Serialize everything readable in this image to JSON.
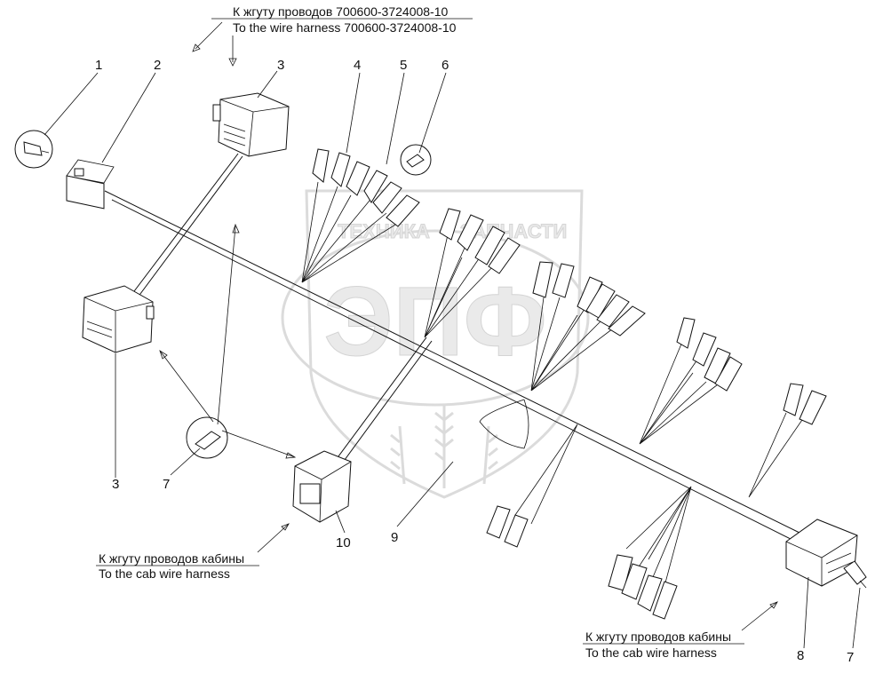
{
  "watermark": {
    "brand_top": "ТЕХНИКА",
    "brand_right": "ЗАПЧАСТИ",
    "logo_text": "ЭПФ"
  },
  "captions": {
    "top_ru": "К жгуту проводов 700600-3724008-10",
    "top_en": "To the wire harness 700600-3724008-10",
    "left_ru": "К жгуту проводов кабины",
    "left_en": "To the cab wire harness",
    "right_ru": "К жгуту проводов кабины",
    "right_en": "To the cab wire harness"
  },
  "callouts": {
    "n1": "1",
    "n2": "2",
    "n3_top": "3",
    "n4": "4",
    "n5": "5",
    "n6": "6",
    "n3_bottom": "3",
    "n7_left": "7",
    "n10": "10",
    "n9": "9",
    "n8": "8",
    "n7_right": "7"
  }
}
